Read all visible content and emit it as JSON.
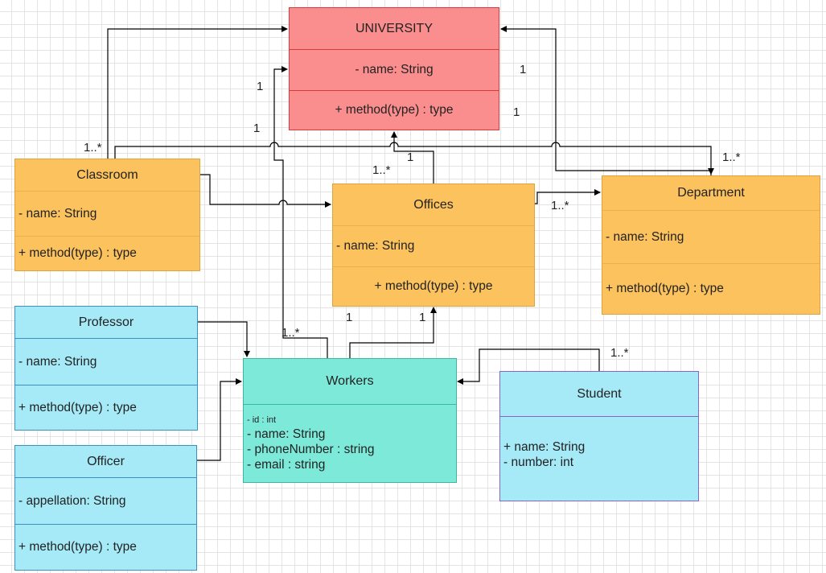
{
  "classes": {
    "university": {
      "name": "UNIVERSITY",
      "attr": "- name: String",
      "method": "+ method(type) : type"
    },
    "classroom": {
      "name": "Classroom",
      "attr": "- name: String",
      "method": "+ method(type) : type"
    },
    "offices": {
      "name": "Offices",
      "attr": "- name: String",
      "method": "+ method(type) : type"
    },
    "department": {
      "name": "Department",
      "attr": "- name: String",
      "method": "+ method(type) : type"
    },
    "professor": {
      "name": "Professor",
      "attr": "- name: String",
      "method": "+ method(type) : type"
    },
    "officer": {
      "name": "Officer",
      "attr": "- appellation: String",
      "method": "+ method(type) : type"
    },
    "workers": {
      "name": "Workers",
      "attrs": [
        "- id : int",
        "- name: String",
        "- phoneNumber : string",
        "- email : string"
      ]
    },
    "student": {
      "name": "Student",
      "attrs": [
        "+ name: String",
        "- number: int"
      ]
    }
  },
  "multiplicities": {
    "m1": "1",
    "m2": "1",
    "m3": "1",
    "m4": "1",
    "m5": "1..*",
    "m6": "1..*",
    "m7": "1",
    "m8": "1..*",
    "m9": "1..*",
    "m10": "1",
    "m11": "1",
    "m12": "1..*",
    "m13": "1..*"
  },
  "colors": {
    "university": "#fa8d8d",
    "orange_classes": "#fbc25d",
    "cyan_classes": "#a6eaf8",
    "workers": "#7ce9d9",
    "connector": "#000000"
  }
}
